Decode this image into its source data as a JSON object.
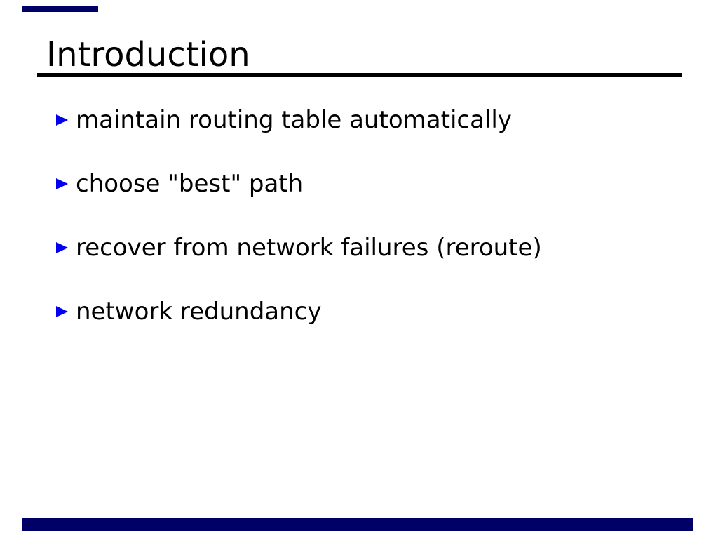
{
  "slide": {
    "title": "Introduction",
    "bullets": [
      "maintain routing table automatically",
      "choose \"best\" path",
      "recover from network failures (reroute)",
      "network redundancy"
    ]
  },
  "colors": {
    "background": "#ffffff",
    "text": "#000000",
    "bullet_marker": "#0000ee",
    "underline": "#000000",
    "bar": "#000066"
  }
}
